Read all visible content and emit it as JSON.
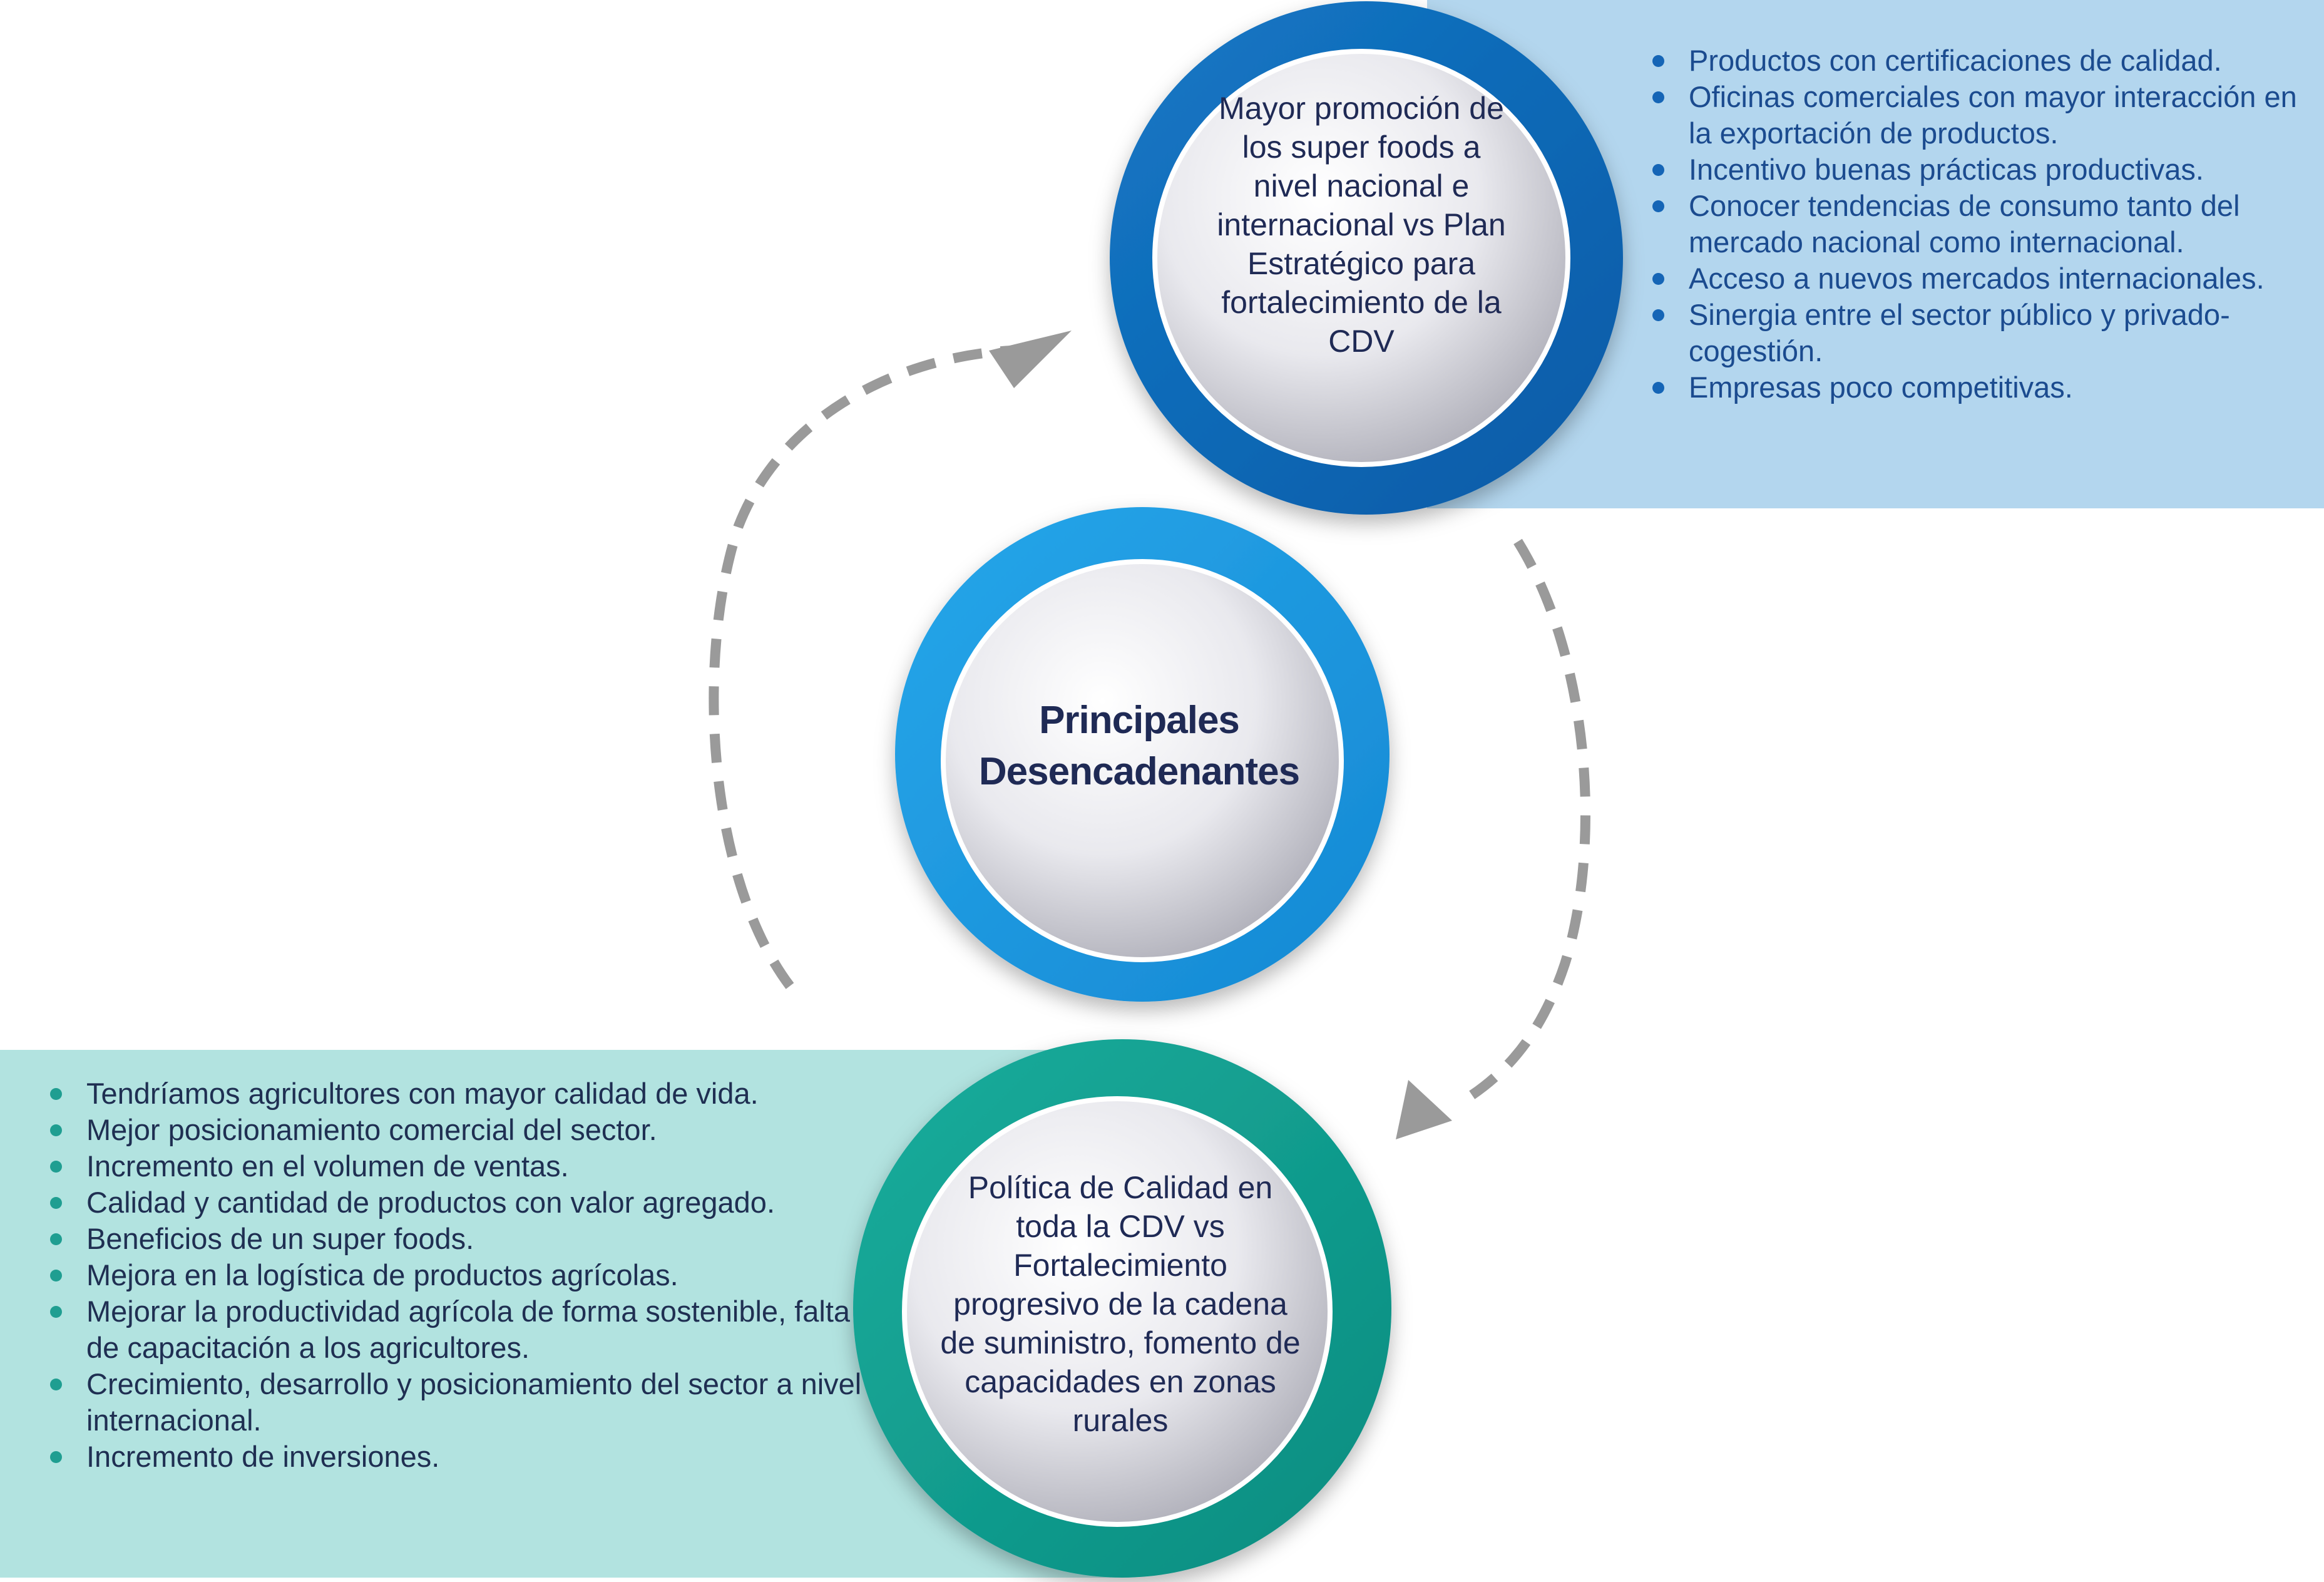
{
  "top_circle": {
    "label": "Mayor promoción de los super foods a nivel nacional e internacional vs Plan Estratégico para fortalecimiento de la CDV"
  },
  "center_circle": {
    "label": "Principales Desencadenantes"
  },
  "bottom_circle": {
    "label": "Política de Calidad en toda la CDV vs Fortalecimiento progresivo de la cadena de suministro, fomento de capacidades en zonas rurales"
  },
  "top_list": [
    "Productos con certificaciones de calidad.",
    "Oficinas comerciales con mayor interacción en la exportación de productos.",
    "Incentivo buenas prácticas productivas.",
    "Conocer tendencias de consumo tanto del mercado nacional como internacional.",
    "Acceso a nuevos mercados internacionales.",
    "Sinergia entre el sector público y privado-cogestión.",
    "Empresas poco competitivas."
  ],
  "bottom_list": [
    "Tendríamos agricultores con mayor calidad de vida.",
    "Mejor posicionamiento comercial del sector.",
    "Incremento en el volumen de ventas.",
    "Calidad y cantidad de productos con valor agregado.",
    "Beneficios de un super foods.",
    "Mejora en la logística de productos agrícolas.",
    "Mejorar la productividad agrícola de forma sostenible, falta de capacitación a los agricultores.",
    "Crecimiento, desarrollo y posicionamiento del sector a nivel internacional.",
    "Incremento de inversiones."
  ],
  "colors": {
    "top_ring": "#0f6fbd",
    "center_ring": "#1a9ae0",
    "bottom_ring": "#12a393",
    "top_panel": "#b3d6ee",
    "bottom_panel": "#b2e3e0",
    "arrows": "#9a9a9a",
    "text": "#1f2a55"
  }
}
